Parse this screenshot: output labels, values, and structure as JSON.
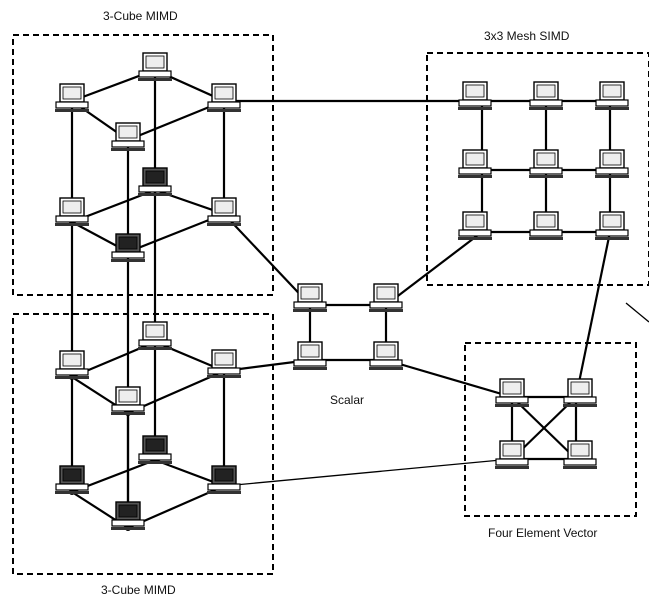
{
  "groups": [
    {
      "id": "cube-top",
      "label": "3-Cube MIMD"
    },
    {
      "id": "mesh",
      "label": "3x3 Mesh SIMD"
    },
    {
      "id": "cube-bottom",
      "label": "3-Cube MIMD"
    },
    {
      "id": "vector",
      "label": "Four Element Vector"
    }
  ],
  "scalar_label": "Scalar",
  "node_icon": "desktop-computer-icon"
}
